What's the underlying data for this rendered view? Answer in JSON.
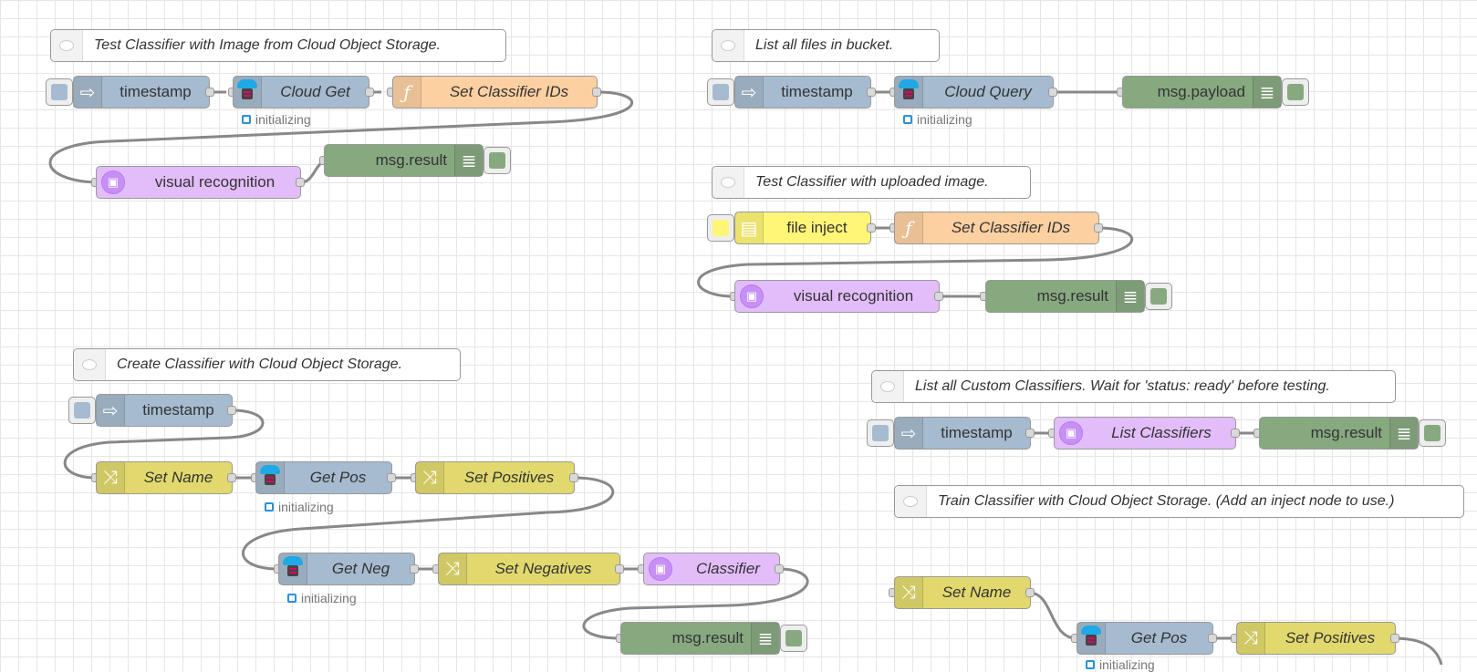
{
  "comments": {
    "c1": "Test Classifier with Image from Cloud Object Storage.",
    "c2": "List all files in bucket.",
    "c3": "Test Classifier with uploaded image.",
    "c4": "Create Classifier with Cloud Object Storage.",
    "c5": "List all Custom Classifiers. Wait for 'status: ready' before testing.",
    "c6": "Train Classifier with Cloud Object Storage. (Add an inject node to use.)"
  },
  "nodes": {
    "f1_inject": "timestamp",
    "f1_cloud_get": "Cloud Get",
    "f1_set_ids": "Set Classifier IDs",
    "f1_vr": "visual recognition",
    "f1_debug": "msg.result",
    "f2_inject": "timestamp",
    "f2_cloud_query": "Cloud Query",
    "f2_debug": "msg.payload",
    "f3_file": "file inject",
    "f3_set_ids": "Set Classifier IDs",
    "f3_vr": "visual recognition",
    "f3_debug": "msg.result",
    "f4_inject": "timestamp",
    "f4_set_name": "Set Name",
    "f4_get_pos": "Get Pos",
    "f4_set_pos": "Set Positives",
    "f4_get_neg": "Get Neg",
    "f4_set_neg": "Set Negatives",
    "f4_classifier": "Classifier",
    "f4_debug": "msg.result",
    "f5_inject": "timestamp",
    "f5_list": "List Classifiers",
    "f5_debug": "msg.result",
    "f6_set_name": "Set Name",
    "f6_get_pos": "Get Pos",
    "f6_set_pos": "Set Positives"
  },
  "status": {
    "initializing": "initializing"
  },
  "icons": {
    "inject": "arrow-icon",
    "cos": "cloud-object-storage-icon",
    "function": "function-icon",
    "debug": "debug-list-icon",
    "vr": "visual-recognition-icon",
    "change": "shuffle-icon",
    "file": "file-icon",
    "comment": "comment-icon"
  },
  "colors": {
    "inject": "#a6bbcf",
    "function": "#fdd0a2",
    "debug": "#87a980",
    "vr": "#e2bdfa",
    "change": "#e2d96e",
    "file": "#fff678",
    "status": "#2b90d9"
  }
}
